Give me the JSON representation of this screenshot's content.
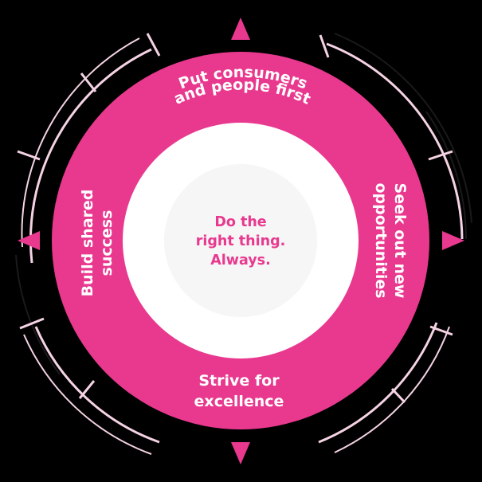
{
  "colors": {
    "background": "#000000",
    "ring": "#e8398f",
    "white": "#ffffff",
    "inner_disc": "#f6f6f6",
    "outer_arcs": "#f5d3e4",
    "outer_lines": "#1a1a1a",
    "center_text": "#e8398f",
    "ring_text": "#ffffff"
  },
  "values": {
    "top": [
      "Put consumers",
      "and people first"
    ],
    "right": [
      "Seek out new",
      "opportunities"
    ],
    "bottom": [
      "Strive for",
      "excellence"
    ],
    "left": [
      "Build shared",
      "success"
    ]
  },
  "center": {
    "lines": [
      "Do the",
      "right thing.",
      "Always."
    ]
  }
}
